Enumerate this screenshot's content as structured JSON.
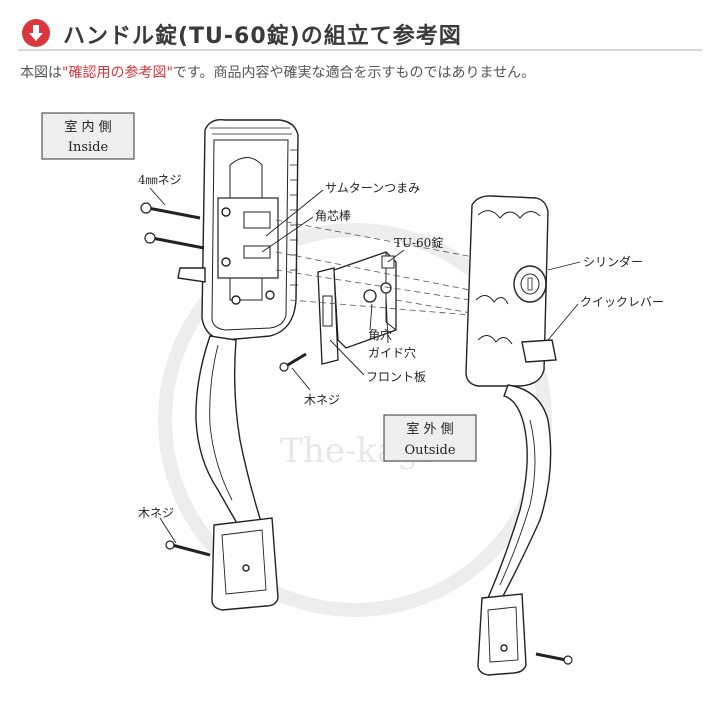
{
  "header": {
    "title": "ハンドル錠(TU-60錠)の組立て参考図",
    "icon": "down-arrow-circle-icon",
    "accent_color": "#d9363e"
  },
  "note": {
    "prefix": "本図は",
    "highlight": "\"確認用の参考図\"",
    "suffix": "です。商品内容や確実な適合を示すものではありません。"
  },
  "watermark": "The-kagi",
  "inside_box": {
    "ja": "室 内 側",
    "en": "Inside"
  },
  "outside_box": {
    "ja": "室 外 側",
    "en": "Outside"
  },
  "labels": {
    "screw_4mm": "4㎜ネジ",
    "thumbturn": "サムターンつまみ",
    "spindle": "角芯棒",
    "lock_body": "TU-60錠",
    "cylinder": "シリンダー",
    "quick_lever": "クイックレバー",
    "square_hole": "角穴",
    "guide_hole": "ガイド穴",
    "front_plate": "フロント板",
    "wood_screw_mid": "木ネジ",
    "wood_screw_bottom": "木ネジ"
  }
}
